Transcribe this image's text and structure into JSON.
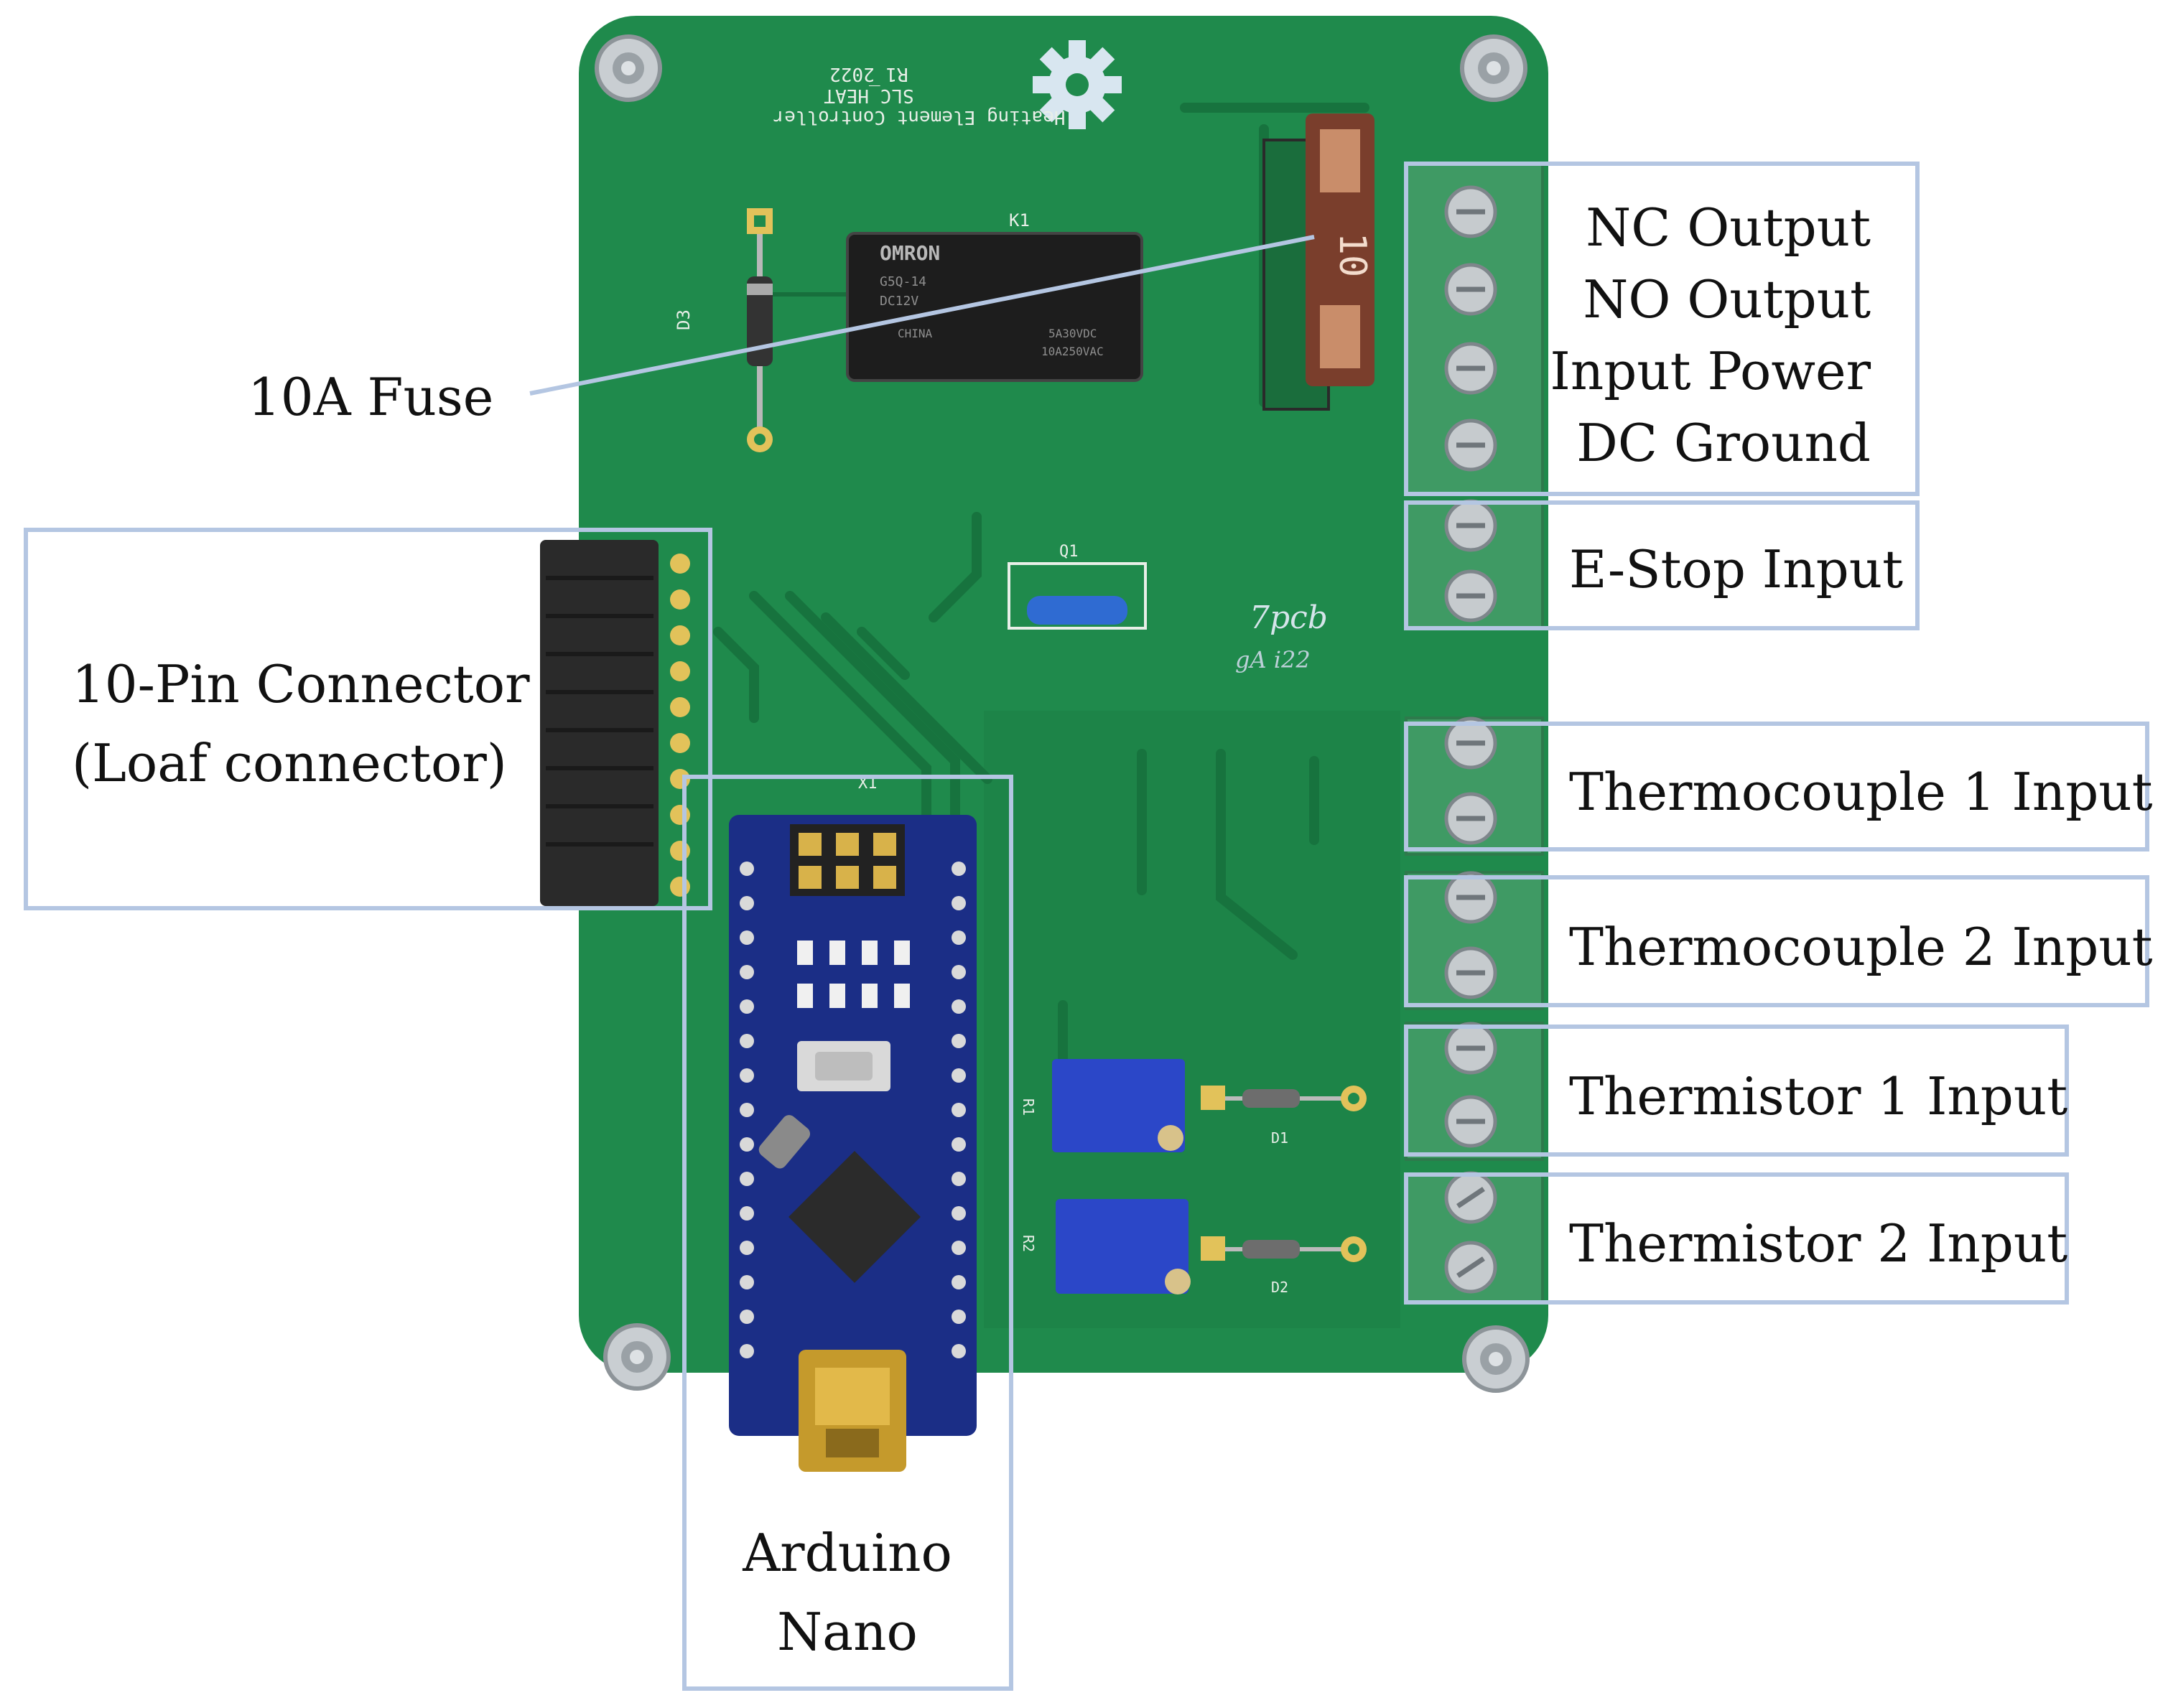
{
  "colors": {
    "pcb_green": "#1f8a4c",
    "pcb_dark": "#166b3a",
    "terminal_green": "#3f9a64",
    "callout_border": "#b4c6e2",
    "arduino_blue": "#1b2e86",
    "fuse_brown": "#7a3e2c",
    "trimpot_blue": "#2b47c8",
    "connector_black": "#2a2a2a"
  },
  "labels": {
    "fuse": "10A Fuse",
    "nc_output": "NC Output",
    "no_output": "NO Output",
    "input_power": "Input Power",
    "dc_ground": "DC Ground",
    "estop": "E-Stop Input",
    "tc1": "Thermocouple 1 Input",
    "tc2": "Thermocouple 2 Input",
    "th1": "Thermistor 1 Input",
    "th2": "Thermistor 2 Input",
    "connector_line1": "10-Pin Connector",
    "connector_line2": "(Loaf connector)",
    "arduino_line1": "Arduino",
    "arduino_line2": "Nano"
  },
  "pcb_silkscreen": {
    "title_line1": "Heating Element Controller",
    "title_line2": "SLC_HEAT",
    "title_line3": "R1 2022",
    "relay_ref": "K1",
    "relay_brand": "OMRON",
    "relay_model": "G5Q-14",
    "relay_coil": "DC12V",
    "relay_origin": "CHINA",
    "relay_rating1": "5A30VDC",
    "relay_rating2": "10A250VAC",
    "diode_ref": "D3",
    "transistor_ref": "Q1",
    "arduino_ref": "X1",
    "diode1_ref": "D1",
    "diode2_ref": "D2",
    "pot1_ref": "R1",
    "pot2_ref": "R2",
    "fuse_value": "10",
    "handwriting": "7pcb",
    "handwriting2": "gA i22"
  }
}
